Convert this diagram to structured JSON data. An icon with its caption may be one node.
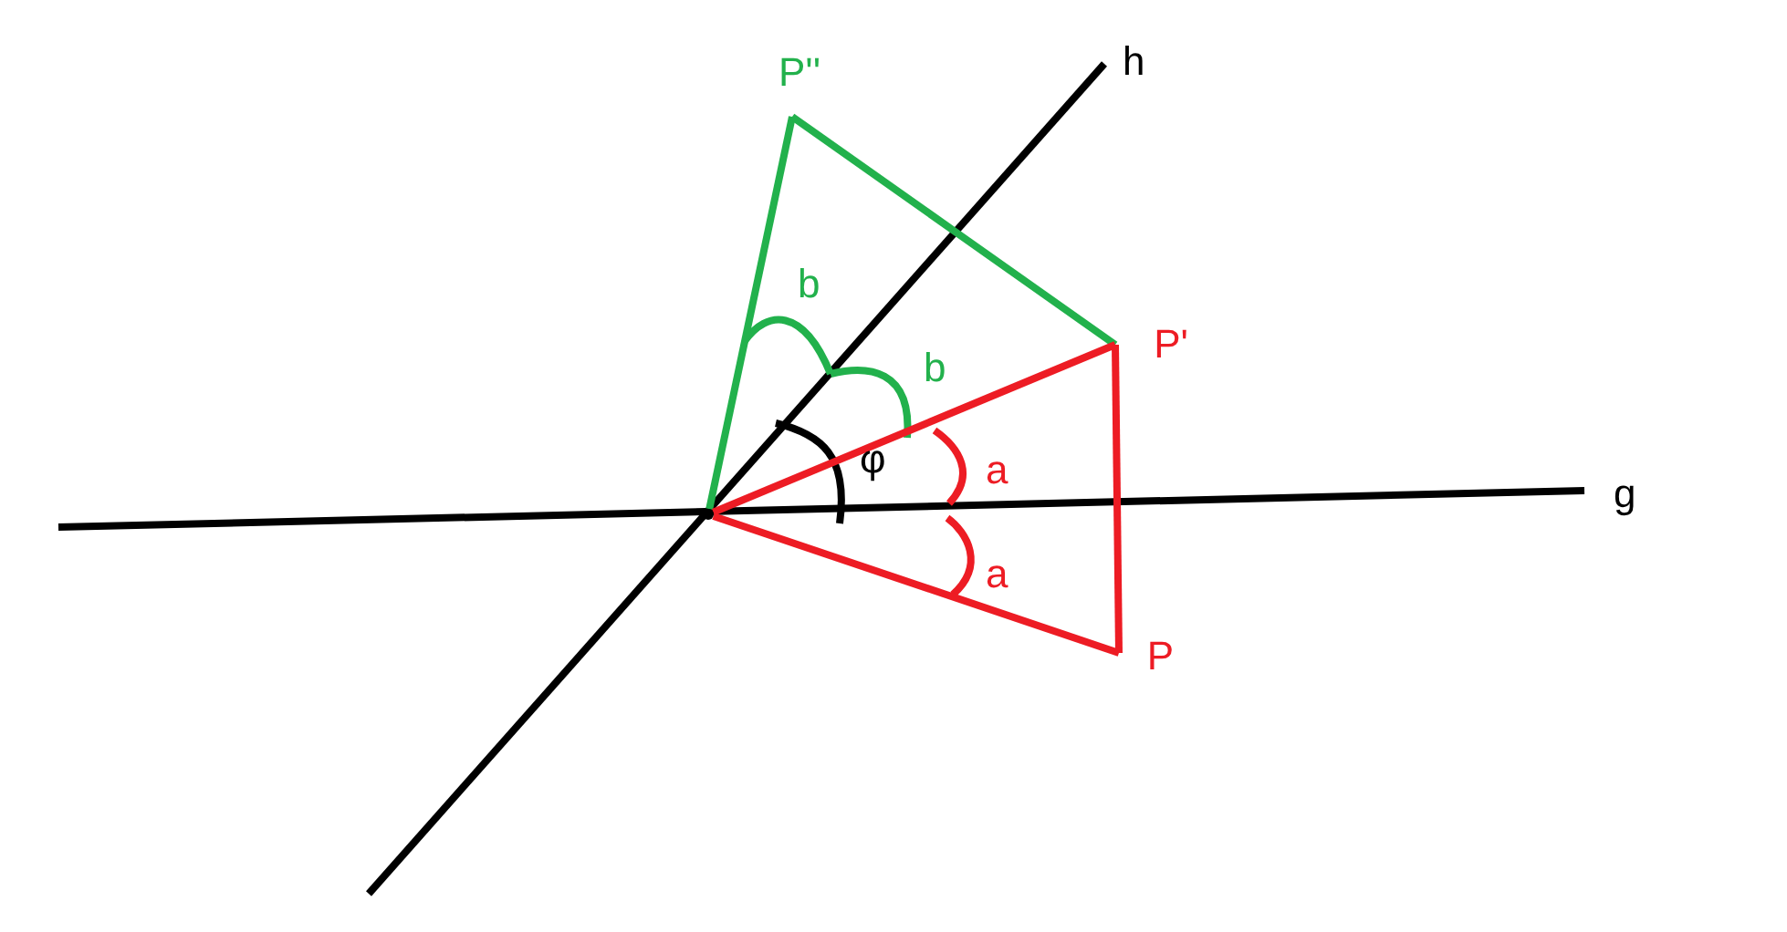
{
  "diagram": {
    "nodes": [
      {
        "text": [
          "P''"
        ]
      },
      {
        "text": [
          "P'"
        ]
      },
      {
        "text": [
          "P"
        ]
      },
      {
        "text": [],
        "shape": "point"
      }
    ],
    "edges": [
      {
        "from": 3,
        "to": 0,
        "arrow": "none",
        "color": "#22b14c"
      },
      {
        "from": 0,
        "to": 1,
        "arrow": "none",
        "color": "#22b14c"
      },
      {
        "from": 3,
        "to": 1,
        "arrow": "none"
      },
      {
        "from": 3,
        "to": 2,
        "arrow": "none"
      },
      {
        "from": 1,
        "to": 2,
        "arrow": "none"
      }
    ],
    "labels": [
      "h",
      "b",
      "b",
      "φ",
      "a",
      "g",
      "a"
    ]
  }
}
